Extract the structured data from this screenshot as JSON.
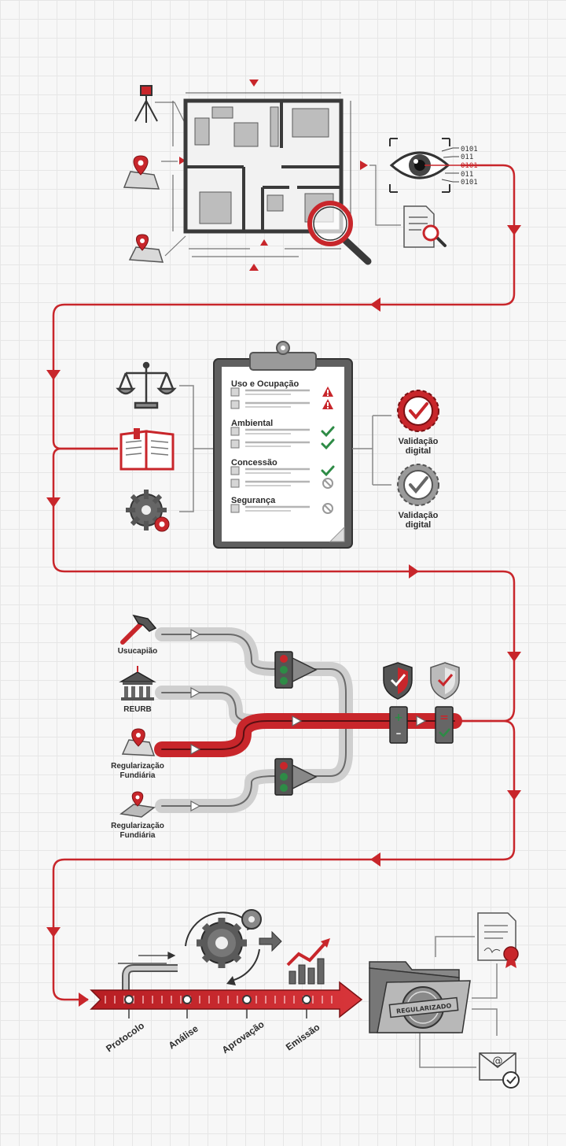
{
  "floorplan": {
    "binary": [
      "0101",
      "011",
      "0101",
      "011",
      "0101"
    ]
  },
  "checklist": {
    "categories": [
      {
        "label": "Uso e Ocupação",
        "statuses": [
          "warning",
          "warning"
        ]
      },
      {
        "label": "Ambiental",
        "statuses": [
          "ok",
          "ok"
        ]
      },
      {
        "label": "Concessão",
        "statuses": [
          "ok",
          "blocked"
        ]
      },
      {
        "label": "Segurança",
        "statuses": [
          "blocked"
        ]
      }
    ],
    "validations": [
      "Validação digital",
      "Validação digital"
    ]
  },
  "paths": {
    "labels": [
      "Usucapião",
      "REURB",
      "Regularização Fundiária",
      "Regularização Fundiária"
    ]
  },
  "timeline": {
    "steps": [
      "Protocolo",
      "Análise",
      "Aprovação",
      "Emissão"
    ]
  },
  "outcome": {
    "stamp": "REGULARIZADO"
  },
  "colors": {
    "accent": "#c8262b",
    "ink": "#3a3a3a",
    "gray": "#9a9a9a",
    "ok": "#2e8b46"
  }
}
